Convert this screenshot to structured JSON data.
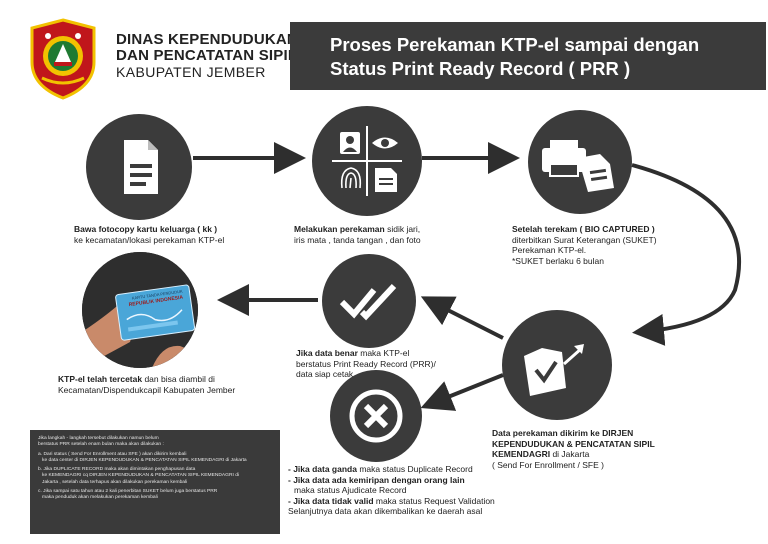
{
  "header": {
    "agency_line1": "DINAS KEPENDUDUKAN",
    "agency_line2": "DAN PENCATATAN SIPIL",
    "agency_line3": "KABUPATEN JEMBER",
    "title_line1": "Proses Perekaman KTP-el sampai dengan",
    "title_line2": "Status Print Ready Record ( PRR )"
  },
  "steps": {
    "step1": {
      "bold": "Bawa fotocopy kartu keluarga ( kk )",
      "rest": "ke kecamatan/lokasi perekaman KTP-el"
    },
    "step2": {
      "bold": "Melakukan perekaman",
      "rest_inline": " sidik jari,",
      "rest": "iris mata , tanda tangan , dan foto"
    },
    "step3": {
      "bold": "Setelah terekam ( BIO CAPTURED )",
      "line2": "diterbitkan Surat Keterangan (SUKET)",
      "line3": "Perekaman KTP-el.",
      "line4": "*SUKET berlaku 6 bulan"
    },
    "step4": {
      "line1": "Data perekaman dikirim ke DIRJEN",
      "line2": "KEPENDUDUKAN & PENCATATAN SIPIL",
      "line3": "KEMENDAGRI",
      "line3_rest": " di Jakarta",
      "line4": "( Send For Enrollment / SFE )"
    },
    "step5": {
      "bold": "Jika data benar",
      "rest_inline": " maka KTP-el",
      "line2": "berstatus Print Ready Record (PRR)/",
      "line3": "data siap cetak"
    },
    "step6": {
      "bold": "KTP-el telah tercetak",
      "rest_inline": " dan bisa diambil di",
      "line2": "Kecamatan/Dispendukcapil Kabupaten Jember"
    }
  },
  "card": {
    "top": "KARTU TANDA PENDUDUK",
    "name": "REPUBLIK INDONESIA"
  },
  "outcomes": [
    {
      "bold": "- Jika data ganda",
      "rest": " maka status Duplicate Record"
    },
    {
      "bold": "- Jika data ada kemiripan dengan orang lain",
      "rest": ""
    },
    {
      "bold": "",
      "rest": "maka status Ajudicate Record",
      "indent": true
    },
    {
      "bold": "- Jika data tidak valid",
      "rest": " maka status Request Validation"
    },
    {
      "bold": "",
      "rest": "Selanjutnya data akan dikembalikan ke daerah asal"
    }
  ],
  "note": {
    "intro1": "Jika langkah - langkah tersebut dilakukan namun belum",
    "intro2": "berstatus PRR setelah enam bulan maka akan dilakukan :",
    "a1": "a. Dari status ( Send For Enrollment atau SFE ) akan dikirim kembali",
    "a2": "ke data center di DIRJEN KEPENDUDUKAN & PENCATATAN SIPIL KEMENDAGRI di Jakarta",
    "b1": "b. Jika DUPLICATE RECORD maka akan dimintakan penghapusan data",
    "b2": "ke KEMENDAGRI cq DIRJEN KEPENDUDUKAN & PENCATATAN SIPIL KEMENDAGRI di",
    "b3": "Jakarta , setelah data terhapus akan dilakukan perekaman kembali",
    "c1": "c. Jika sampai satu tahun atau 2 kali penerbitan SUKET belum juga berstatus PRR",
    "c2": "maka penduduk akan melakukan perekaman kembali"
  },
  "colors": {
    "dark": "#3b3b3b",
    "logo_red": "#c0161b",
    "logo_yellow": "#f2c200",
    "logo_green": "#1f7a32"
  }
}
